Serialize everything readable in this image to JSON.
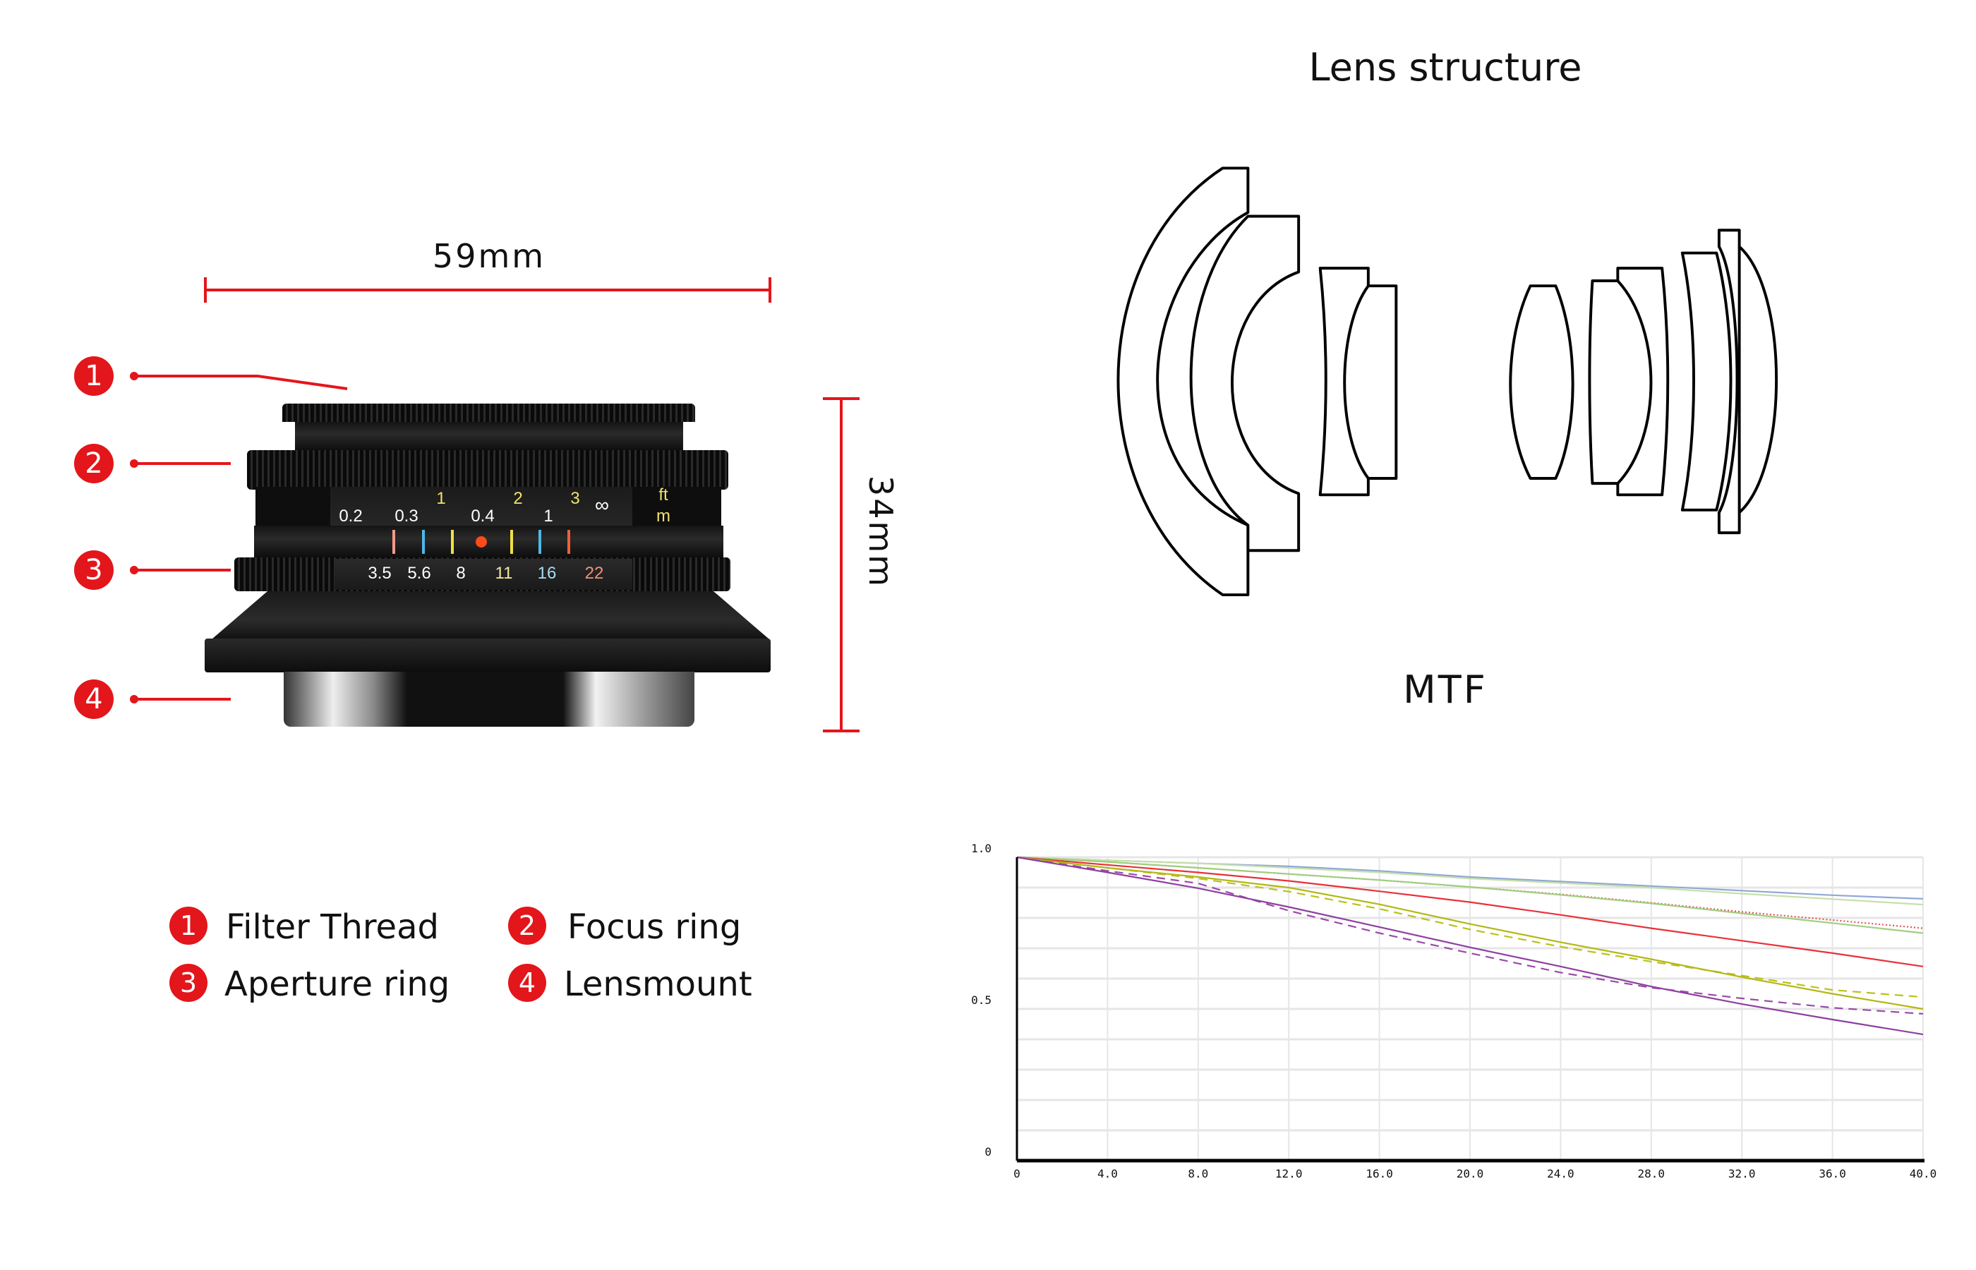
{
  "lens_photo": {
    "width_label": "59mm",
    "height_label": "34mm",
    "distance_scale_ft": [
      "1",
      "2",
      "3",
      "∞"
    ],
    "distance_scale_m": [
      "0.2",
      "0.3",
      "0.4",
      "1"
    ],
    "unit_ft": "ft",
    "unit_m": "m",
    "aperture_scale": [
      "3.5",
      "5.6",
      "8",
      "11",
      "16",
      "22"
    ],
    "callouts": [
      "1",
      "2",
      "3",
      "4"
    ]
  },
  "legend": [
    {
      "num": "1",
      "label": "Filter Thread"
    },
    {
      "num": "2",
      "label": "Focus ring"
    },
    {
      "num": "3",
      "label": "Aperture ring"
    },
    {
      "num": "4",
      "label": "Lensmount"
    }
  ],
  "lens_structure": {
    "title": "Lens structure"
  },
  "mtf": {
    "title": "MTF"
  },
  "colors": {
    "accent": "#e3161b"
  },
  "chart_data": {
    "type": "line",
    "title": "MTF",
    "xlabel": "",
    "ylabel": "",
    "xlim": [
      0,
      40
    ],
    "ylim": [
      0,
      1
    ],
    "x_ticks": [
      "0",
      "4.0",
      "8.0",
      "12.0",
      "16.0",
      "20.0",
      "24.0",
      "28.0",
      "32.0",
      "36.0",
      "40.0"
    ],
    "y_ticks": [
      "0",
      "0.5",
      "1.0"
    ],
    "grid": true,
    "x": [
      0,
      4,
      8,
      12,
      16,
      20,
      24,
      28,
      32,
      36,
      40
    ],
    "series": [
      {
        "name": "blue-solid",
        "color": "#8fa8d6",
        "style": "solid",
        "values": [
          1.0,
          0.99,
          0.98,
          0.97,
          0.955,
          0.935,
          0.92,
          0.905,
          0.89,
          0.875,
          0.863
        ]
      },
      {
        "name": "lightgreen-solid",
        "color": "#c6e0a8",
        "style": "solid",
        "values": [
          1.0,
          0.99,
          0.98,
          0.965,
          0.95,
          0.93,
          0.915,
          0.9,
          0.88,
          0.862,
          0.844
        ]
      },
      {
        "name": "red-dotted",
        "color": "#e0555a",
        "style": "dotted",
        "values": [
          1.0,
          0.985,
          0.965,
          0.945,
          0.925,
          0.902,
          0.878,
          0.85,
          0.82,
          0.793,
          0.766
        ]
      },
      {
        "name": "green-solid",
        "color": "#9fcf7f",
        "style": "solid",
        "values": [
          1.0,
          0.985,
          0.965,
          0.945,
          0.925,
          0.902,
          0.876,
          0.848,
          0.815,
          0.783,
          0.75
        ]
      },
      {
        "name": "red-solid",
        "color": "#e8313a",
        "style": "solid",
        "values": [
          1.0,
          0.975,
          0.95,
          0.922,
          0.888,
          0.852,
          0.81,
          0.766,
          0.725,
          0.684,
          0.64
        ]
      },
      {
        "name": "yellow-dashed",
        "color": "#b8c21a",
        "style": "dashed",
        "values": [
          1.0,
          0.965,
          0.93,
          0.887,
          0.83,
          0.762,
          0.705,
          0.656,
          0.61,
          0.5625,
          0.539
        ]
      },
      {
        "name": "yellow-solid",
        "color": "#b3b814",
        "style": "solid",
        "values": [
          1.0,
          0.965,
          0.935,
          0.9,
          0.845,
          0.78,
          0.72,
          0.664,
          0.605,
          0.55,
          0.5
        ]
      },
      {
        "name": "purple-dashed",
        "color": "#9b4aa8",
        "style": "dashed",
        "values": [
          1.0,
          0.955,
          0.914,
          0.824,
          0.75,
          0.684,
          0.62,
          0.57,
          0.535,
          0.504,
          0.484
        ]
      },
      {
        "name": "purple-solid",
        "color": "#8e3fa0",
        "style": "solid",
        "values": [
          1.0,
          0.95,
          0.898,
          0.836,
          0.77,
          0.703,
          0.64,
          0.574,
          0.516,
          0.465,
          0.416
        ]
      }
    ]
  }
}
